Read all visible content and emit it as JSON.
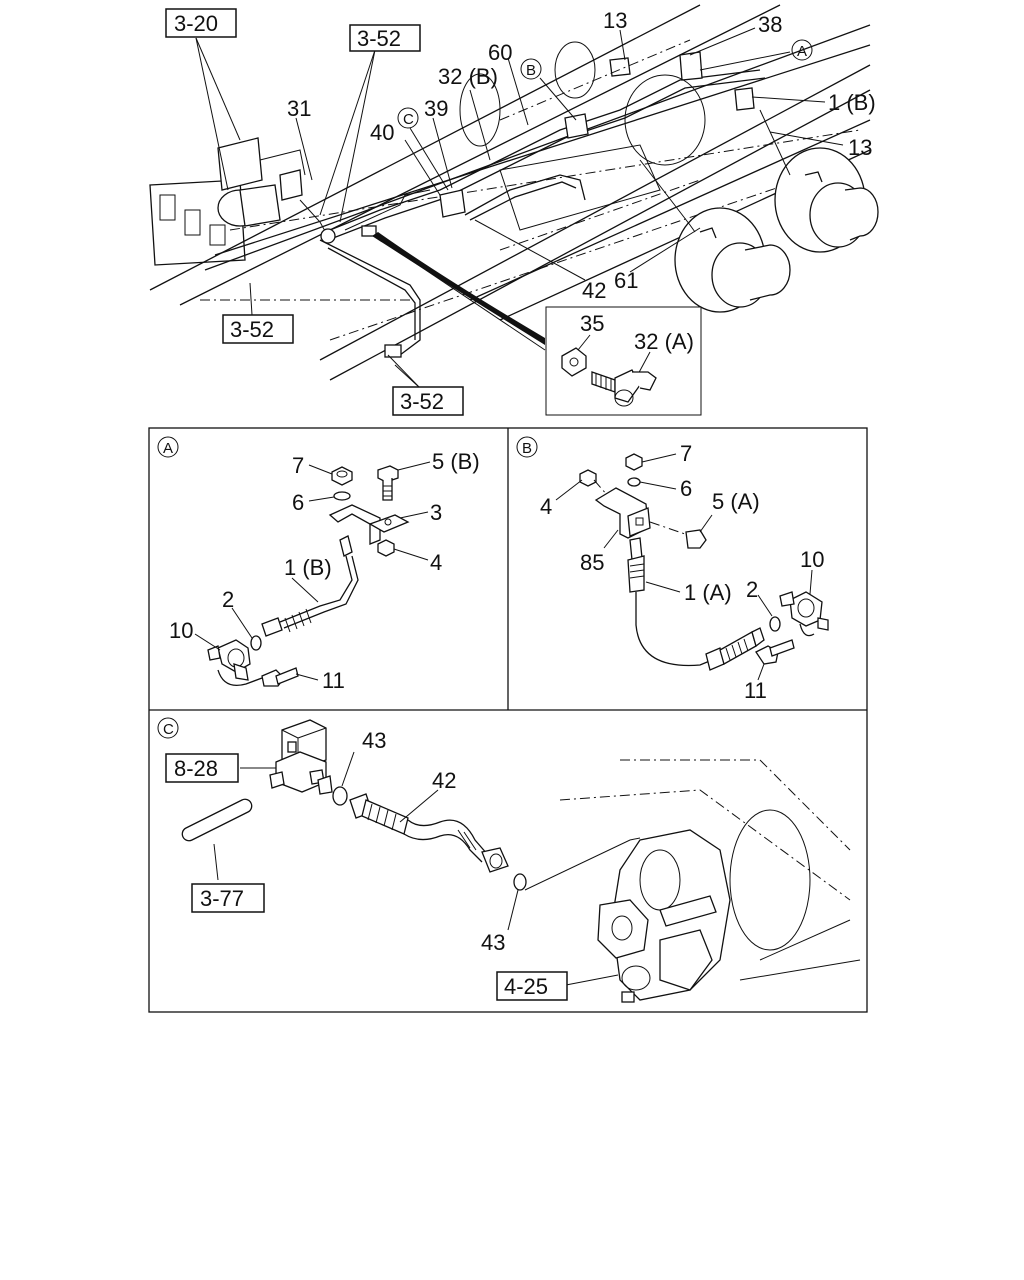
{
  "labels": {
    "n13a": "13",
    "n38": "38",
    "n60": "60",
    "n32b": "32 (B)",
    "n1b": "1 (B)",
    "n31": "31",
    "n39": "39",
    "n40": "40",
    "n13b": "13",
    "n42": "42",
    "n61": "61",
    "n35": "35",
    "n32a": "32 (A)",
    "a7": "7",
    "a5b": "5 (B)",
    "a6": "6",
    "a3": "3",
    "a4": "4",
    "a1b": "1 (B)",
    "a2": "2",
    "a10": "10",
    "a11": "11",
    "b7": "7",
    "b4": "4",
    "b6": "6",
    "b5a": "5 (A)",
    "b85": "85",
    "b1a": "1 (A)",
    "b10": "10",
    "b2": "2",
    "b11": "11",
    "c43a": "43",
    "c42": "42",
    "c43b": "43"
  },
  "refs": {
    "r320": "3-20",
    "r352a": "3-52",
    "r352b": "3-52",
    "r352c": "3-52",
    "r828": "8-28",
    "r377": "3-77",
    "r425": "4-25"
  },
  "circled": {
    "A": "A",
    "B": "B",
    "C": "C",
    "panelA": "A",
    "panelB": "B",
    "panelC": "C"
  }
}
